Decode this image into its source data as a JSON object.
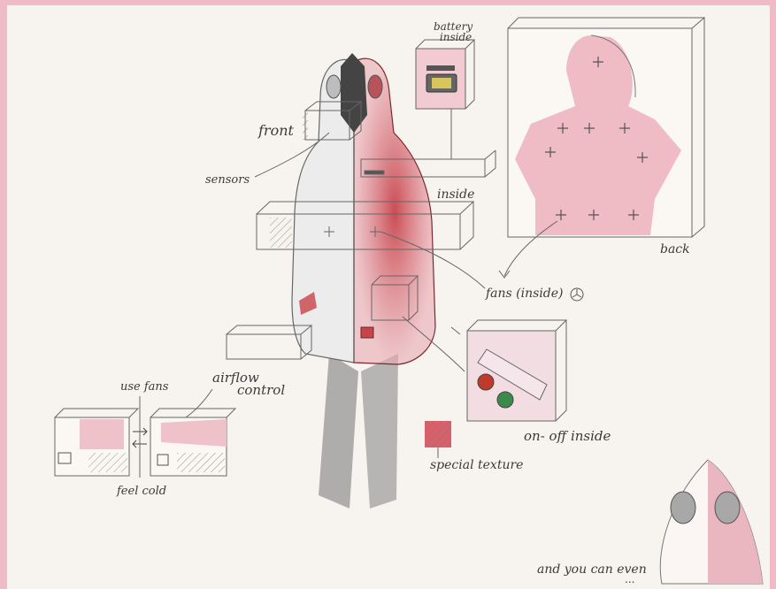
{
  "colors": {
    "frame": "#efbcc6",
    "paper": "#f7f4ef",
    "jacket_red": "#c8444b",
    "jacket_pink": "#e8a9b3",
    "pencil": "#555555",
    "button_red": "#c0392b",
    "button_green": "#3b8a4b"
  },
  "labels": {
    "battery_line1": "battery",
    "battery_line2": "inside",
    "front": "front",
    "sensors": "sensors",
    "inside": "inside",
    "back": "back",
    "fans": "fans (inside)",
    "on_off": "on- off inside",
    "special_texture": "special texture",
    "use_fans": "use fans",
    "airflow_line1": "airflow",
    "airflow_line2": "control",
    "feel_cold": "feel cold",
    "and_you_can_even": "and you can even",
    "ellipsis": "..."
  },
  "icons": {
    "fan": "fan-icon",
    "battery": "battery-icon",
    "thumbs_up": "thumbs-up-icon"
  }
}
